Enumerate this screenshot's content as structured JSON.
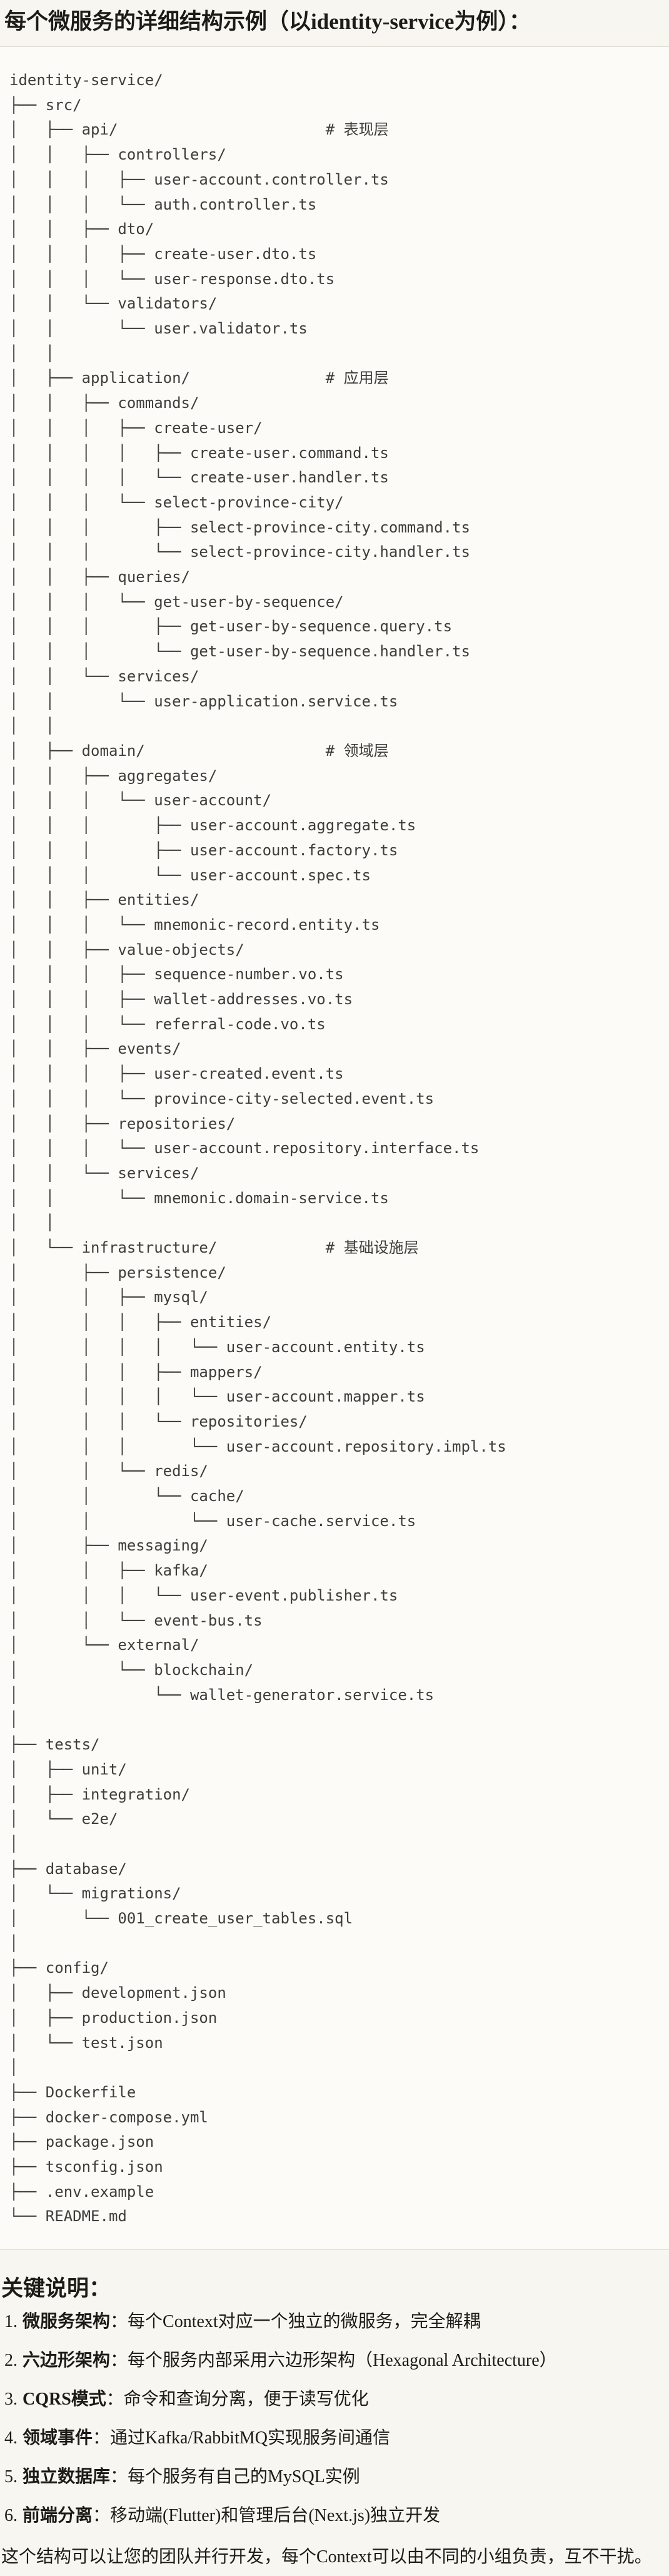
{
  "title": "每个微服务的详细结构示例（以identity-service为例）：",
  "tree": {
    "lines": [
      "identity-service/",
      "├── src/",
      "│   ├── api/                       # 表现层",
      "│   │   ├── controllers/",
      "│   │   │   ├── user-account.controller.ts",
      "│   │   │   └── auth.controller.ts",
      "│   │   ├── dto/",
      "│   │   │   ├── create-user.dto.ts",
      "│   │   │   └── user-response.dto.ts",
      "│   │   └── validators/",
      "│   │       └── user.validator.ts",
      "│   │",
      "│   ├── application/               # 应用层",
      "│   │   ├── commands/",
      "│   │   │   ├── create-user/",
      "│   │   │   │   ├── create-user.command.ts",
      "│   │   │   │   └── create-user.handler.ts",
      "│   │   │   └── select-province-city/",
      "│   │   │       ├── select-province-city.command.ts",
      "│   │   │       └── select-province-city.handler.ts",
      "│   │   ├── queries/",
      "│   │   │   └── get-user-by-sequence/",
      "│   │   │       ├── get-user-by-sequence.query.ts",
      "│   │   │       └── get-user-by-sequence.handler.ts",
      "│   │   └── services/",
      "│   │       └── user-application.service.ts",
      "│   │",
      "│   ├── domain/                    # 领域层",
      "│   │   ├── aggregates/",
      "│   │   │   └── user-account/",
      "│   │   │       ├── user-account.aggregate.ts",
      "│   │   │       ├── user-account.factory.ts",
      "│   │   │       └── user-account.spec.ts",
      "│   │   ├── entities/",
      "│   │   │   └── mnemonic-record.entity.ts",
      "│   │   ├── value-objects/",
      "│   │   │   ├── sequence-number.vo.ts",
      "│   │   │   ├── wallet-addresses.vo.ts",
      "│   │   │   └── referral-code.vo.ts",
      "│   │   ├── events/",
      "│   │   │   ├── user-created.event.ts",
      "│   │   │   └── province-city-selected.event.ts",
      "│   │   ├── repositories/",
      "│   │   │   └── user-account.repository.interface.ts",
      "│   │   └── services/",
      "│   │       └── mnemonic.domain-service.ts",
      "│   │",
      "│   └── infrastructure/            # 基础设施层",
      "│       ├── persistence/",
      "│       │   ├── mysql/",
      "│       │   │   ├── entities/",
      "│       │   │   │   └── user-account.entity.ts",
      "│       │   │   ├── mappers/",
      "│       │   │   │   └── user-account.mapper.ts",
      "│       │   │   └── repositories/",
      "│       │   │       └── user-account.repository.impl.ts",
      "│       │   └── redis/",
      "│       │       └── cache/",
      "│       │           └── user-cache.service.ts",
      "│       ├── messaging/",
      "│       │   ├── kafka/",
      "│       │   │   └── user-event.publisher.ts",
      "│       │   └── event-bus.ts",
      "│       └── external/",
      "│           └── blockchain/",
      "│               └── wallet-generator.service.ts",
      "│",
      "├── tests/",
      "│   ├── unit/",
      "│   ├── integration/",
      "│   └── e2e/",
      "│",
      "├── database/",
      "│   └── migrations/",
      "│       └── 001_create_user_tables.sql",
      "│",
      "├── config/",
      "│   ├── development.json",
      "│   ├── production.json",
      "│   └── test.json",
      "│",
      "├── Dockerfile",
      "├── docker-compose.yml",
      "├── package.json",
      "├── tsconfig.json",
      "├── .env.example",
      "└── README.md"
    ]
  },
  "notes": {
    "heading": "关键说明：",
    "items": [
      {
        "num": "1.",
        "term": "微服务架构",
        "desc": "：每个Context对应一个独立的微服务，完全解耦"
      },
      {
        "num": "2.",
        "term": "六边形架构",
        "desc": "：每个服务内部采用六边形架构（Hexagonal Architecture）"
      },
      {
        "num": "3.",
        "term": "CQRS模式",
        "desc": "：命令和查询分离，便于读写优化"
      },
      {
        "num": "4.",
        "term": "领域事件",
        "desc": "：通过Kafka/RabbitMQ实现服务间通信"
      },
      {
        "num": "5.",
        "term": "独立数据库",
        "desc": "：每个服务有自己的MySQL实例"
      },
      {
        "num": "6.",
        "term": "前端分离",
        "desc": "：移动端(Flutter)和管理后台(Next.js)独立开发"
      }
    ],
    "footer": "这个结构可以让您的团队并行开发，每个Context可以由不同的小组负责，互不干扰。"
  },
  "colors": {
    "page_bg": "#F8F6F1",
    "code_bg": "#FCFBF8",
    "code_border": "#DEDBD2",
    "code_text": "#3E3D39",
    "text_dark": "#1C1B17"
  }
}
